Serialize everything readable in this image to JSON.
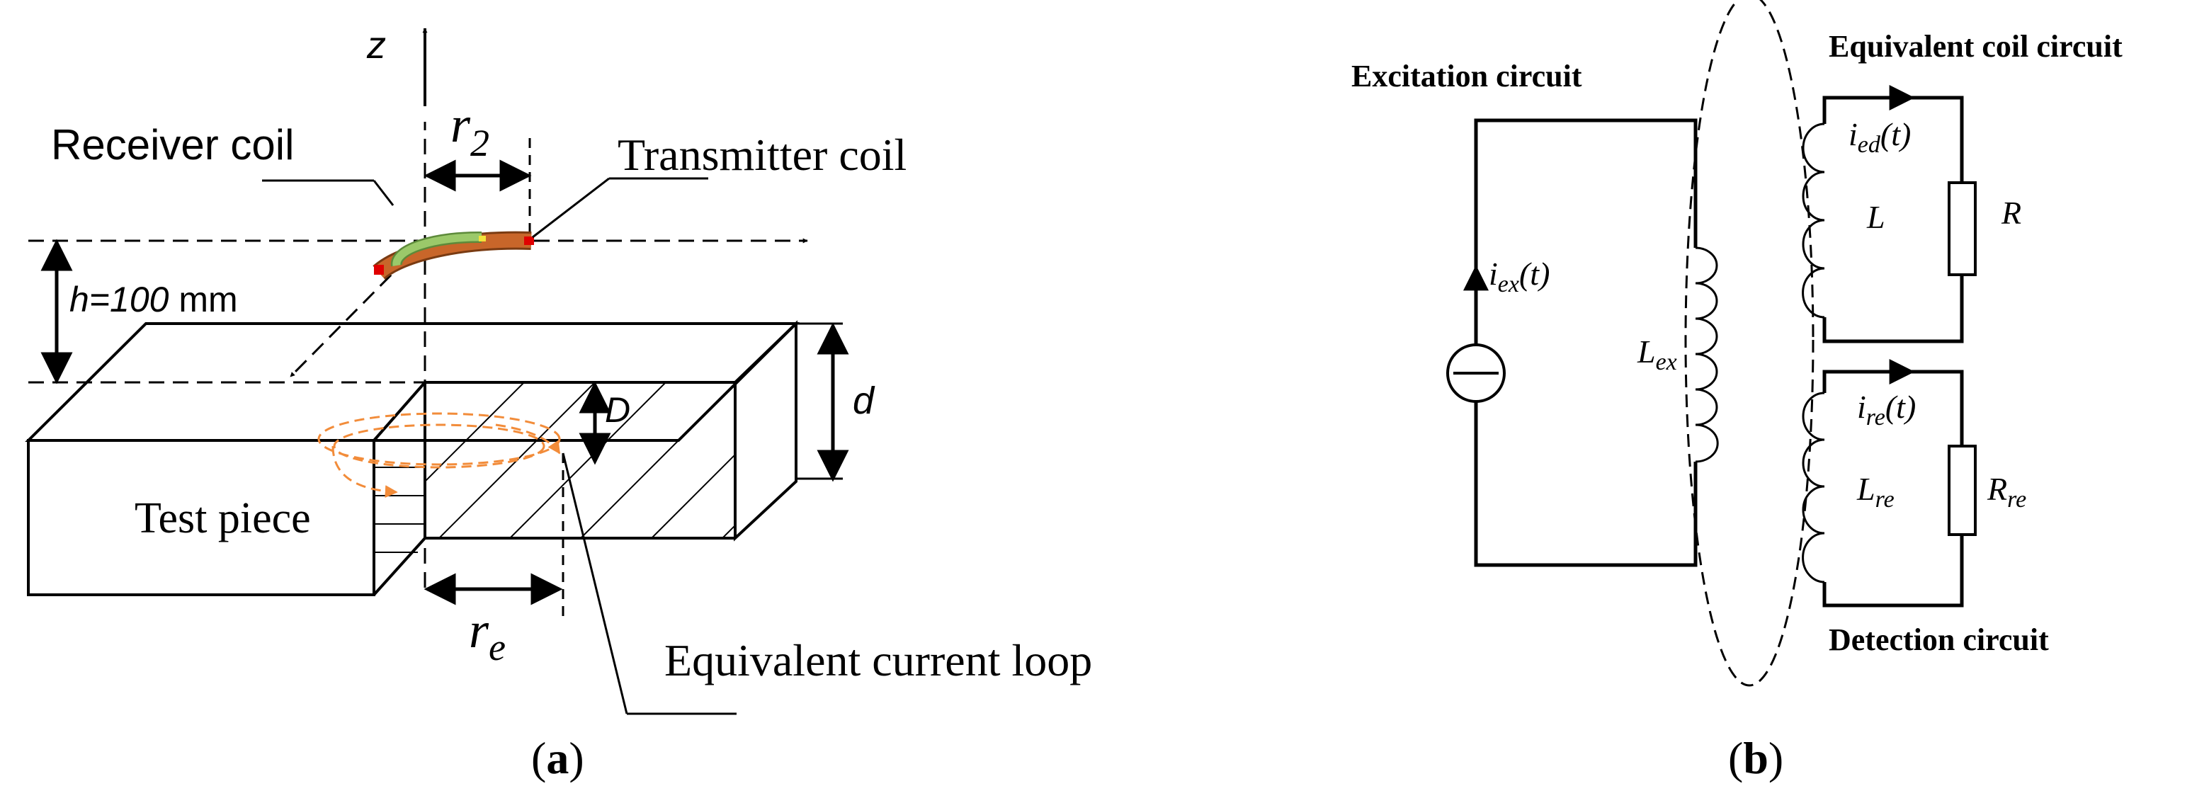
{
  "panel_a": {
    "axis_z": "z",
    "r2_main": "r",
    "r2_sub": "2",
    "receiver_coil": "Receiver coil",
    "transmitter_coil": "Transmitter coil",
    "height_italic": "h=100",
    "height_unit": " mm",
    "depth_D": "D",
    "thickness_d": "d",
    "test_piece": "Test piece",
    "re_main": "r",
    "re_sub": "e",
    "equivalent_loop": "Equivalent current loop",
    "caption_open": "(",
    "caption_letter": "a",
    "caption_close": ")"
  },
  "panel_b": {
    "excitation_circuit": "Excitation circuit",
    "equivalent_coil_circuit": "Equivalent coil circuit",
    "detection_circuit": "Detection circuit",
    "iex_main": "i",
    "iex_sub": "ex",
    "iex_t": "(t)",
    "Lex_main": "L",
    "Lex_sub": "ex",
    "ied_main": "i",
    "ied_sub": "ed",
    "ied_t": "(t)",
    "L": "L",
    "R": "R",
    "ire_main": "i",
    "ire_sub": "re",
    "ire_t": "(t)",
    "Lre_main": "L",
    "Lre_sub": "re",
    "Rre_main": "R",
    "Rre_sub": "re",
    "caption_open": "(",
    "caption_letter": "b",
    "caption_close": ")"
  },
  "colors": {
    "transmitter_coil": "#c8662a",
    "receiver_coil": "#9bc96a",
    "current_loop": "#f28c3a",
    "coil_end_marker": "#e00000"
  }
}
